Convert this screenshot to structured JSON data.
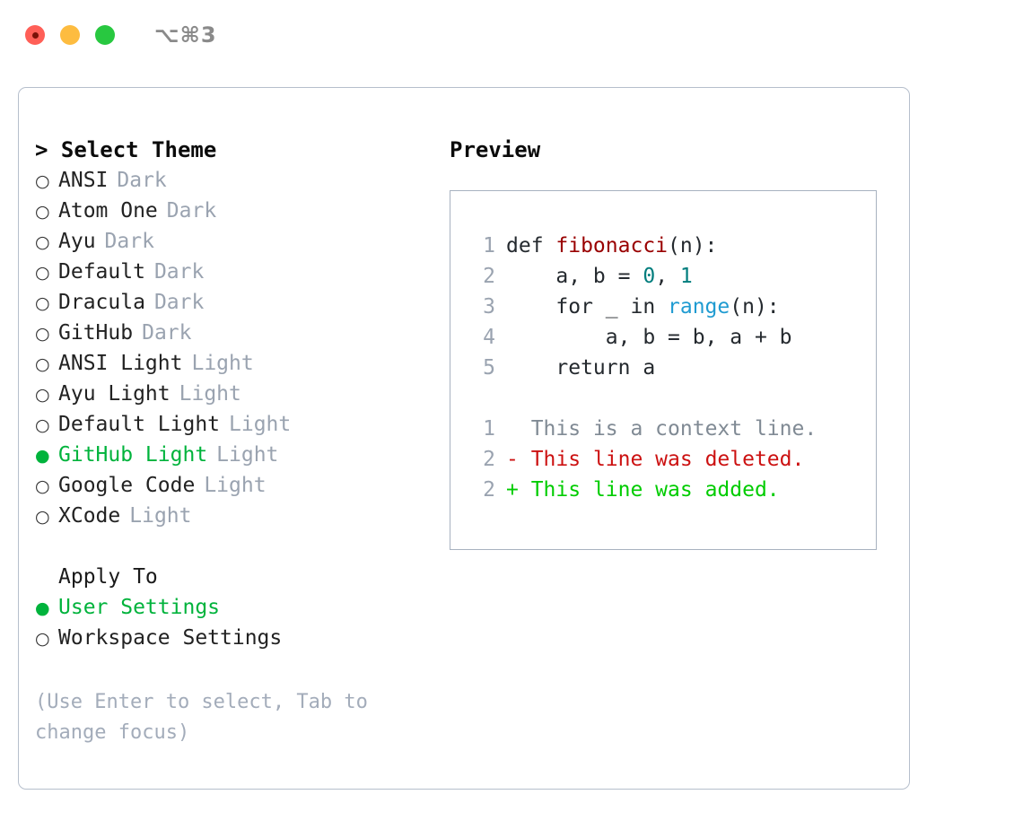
{
  "titlebar": {
    "shortcut": "⌥⌘3",
    "lights": [
      {
        "name": "close",
        "color": "#ff5f57"
      },
      {
        "name": "minimize",
        "color": "#fdbc40"
      },
      {
        "name": "zoom",
        "color": "#28c840"
      }
    ]
  },
  "colors": {
    "selected_green": "#00b33c",
    "muted": "#9aa3b0",
    "hint": "#a3acba",
    "panel_border": "#b6bfcc",
    "code_border": "#a8b2c0",
    "token_function": "#990000",
    "token_number": "#007d7d",
    "token_keyword": "#1f9bd1",
    "diff_delete": "#cc1111",
    "diff_add": "#00cc00"
  },
  "left": {
    "title": "> Select Theme",
    "bullet_unselected": "○",
    "bullet_selected": "●",
    "themes": [
      {
        "label": "ANSI",
        "kind": "Dark",
        "selected": false
      },
      {
        "label": "Atom One",
        "kind": "Dark",
        "selected": false
      },
      {
        "label": "Ayu",
        "kind": "Dark",
        "selected": false
      },
      {
        "label": "Default",
        "kind": "Dark",
        "selected": false
      },
      {
        "label": "Dracula",
        "kind": "Dark",
        "selected": false
      },
      {
        "label": "GitHub",
        "kind": "Dark",
        "selected": false
      },
      {
        "label": "ANSI Light",
        "kind": "Light",
        "selected": false
      },
      {
        "label": "Ayu Light",
        "kind": "Light",
        "selected": false
      },
      {
        "label": "Default Light",
        "kind": "Light",
        "selected": false
      },
      {
        "label": "GitHub Light",
        "kind": "Light",
        "selected": true
      },
      {
        "label": "Google Code",
        "kind": "Light",
        "selected": false
      },
      {
        "label": "XCode",
        "kind": "Light",
        "selected": false
      }
    ],
    "apply_to_title": "Apply To",
    "apply_to": [
      {
        "label": "User Settings",
        "selected": true
      },
      {
        "label": "Workspace Settings",
        "selected": false
      }
    ],
    "hint": "(Use Enter to select, Tab to change focus)"
  },
  "right": {
    "title": "Preview",
    "code": [
      {
        "no": "1",
        "segments": [
          {
            "text": "def ",
            "style": "plain"
          },
          {
            "text": "fibonacci",
            "style": "fn"
          },
          {
            "text": "(n):",
            "style": "plain"
          }
        ]
      },
      {
        "no": "2",
        "segments": [
          {
            "text": "    a, b = ",
            "style": "plain"
          },
          {
            "text": "0",
            "style": "num"
          },
          {
            "text": ", ",
            "style": "plain"
          },
          {
            "text": "1",
            "style": "num"
          }
        ]
      },
      {
        "no": "3",
        "segments": [
          {
            "text": "    for _ in ",
            "style": "plain"
          },
          {
            "text": "range",
            "style": "kw"
          },
          {
            "text": "(n):",
            "style": "plain"
          }
        ]
      },
      {
        "no": "4",
        "segments": [
          {
            "text": "        a, b = b, a + b",
            "style": "plain"
          }
        ]
      },
      {
        "no": "5",
        "segments": [
          {
            "text": "    return a",
            "style": "plain"
          }
        ]
      }
    ],
    "diff": [
      {
        "no": "1",
        "marker": " ",
        "text": " This is a context line.",
        "style": "ctx"
      },
      {
        "no": "2",
        "marker": "-",
        "text": " This line was deleted.",
        "style": "del"
      },
      {
        "no": "2",
        "marker": "+",
        "text": " This line was added.",
        "style": "add"
      }
    ]
  }
}
